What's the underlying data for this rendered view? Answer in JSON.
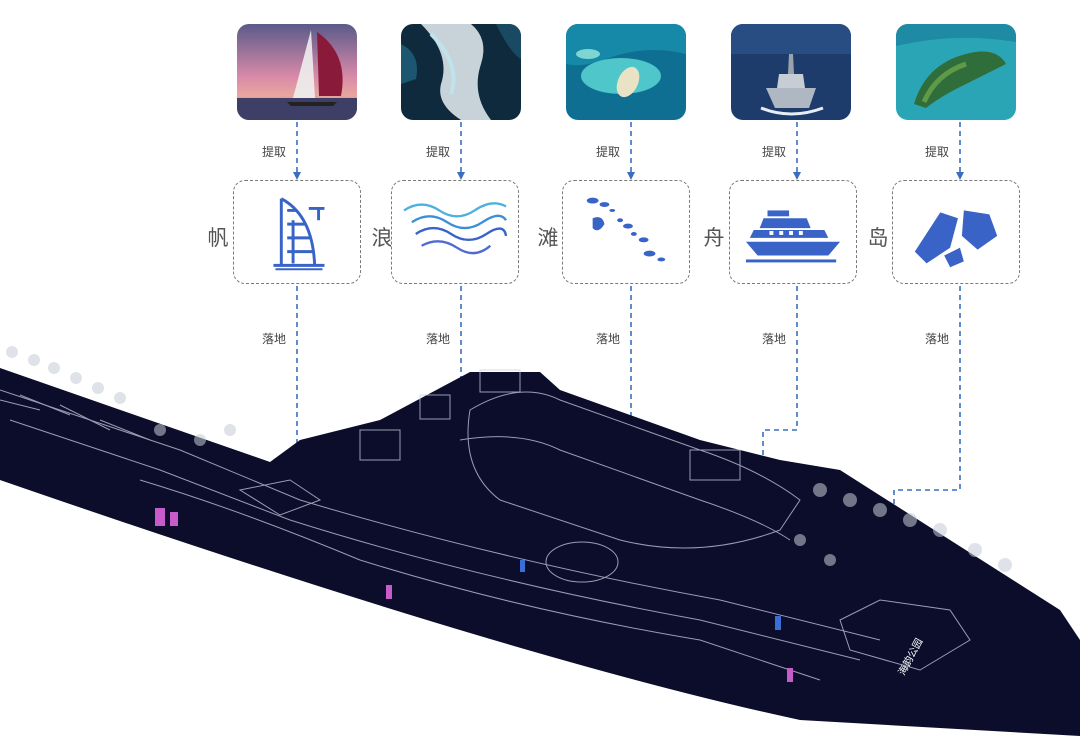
{
  "colors": {
    "accent": "#3a63c8",
    "dashed_line": "#3a6fc0",
    "site_bg": "#0b0d2a",
    "site_line": "#c9cde0"
  },
  "concepts": [
    {
      "char": "帆",
      "photo_label": "提取",
      "bottom_label": "落地",
      "photo": "sailboat-sunset",
      "icon": "sail-building-icon"
    },
    {
      "char": "浪",
      "photo_label": "提取",
      "bottom_label": "落地",
      "photo": "ocean-waves",
      "icon": "wave-lines-icon"
    },
    {
      "char": "滩",
      "photo_label": "提取",
      "bottom_label": "落地",
      "photo": "atoll-lagoon",
      "icon": "scattered-islets-icon"
    },
    {
      "char": "舟",
      "photo_label": "提取",
      "bottom_label": "落地",
      "photo": "warship-at-sea",
      "icon": "cruise-ship-icon"
    },
    {
      "char": "岛",
      "photo_label": "提取",
      "bottom_label": "落地",
      "photo": "green-island",
      "icon": "rock-island-icon"
    }
  ],
  "site": {
    "signage_text": "海韵公园"
  }
}
